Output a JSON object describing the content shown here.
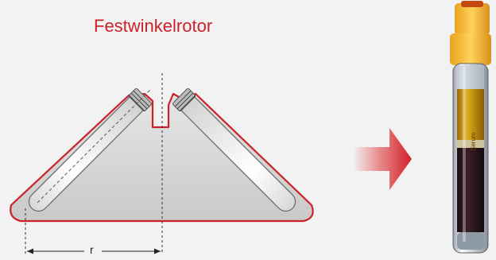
{
  "diagram": {
    "title": "Festwinkelrotor",
    "radius_label": "r",
    "accent_color": "#cc2229",
    "rotor_fill": "#d4d4d4",
    "tube_label_text": "Serum"
  }
}
